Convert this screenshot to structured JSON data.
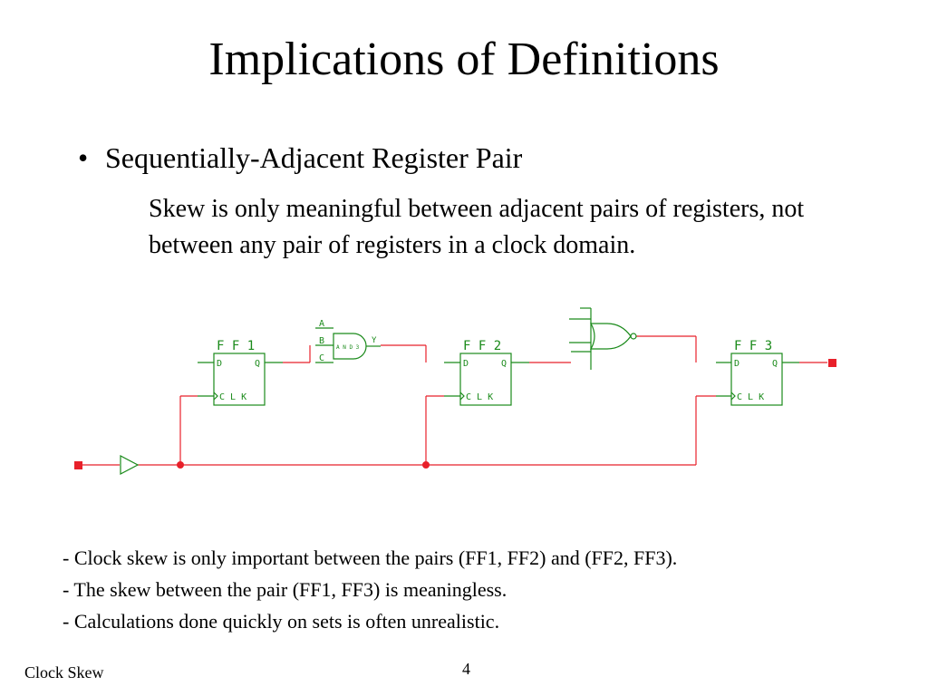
{
  "slide": {
    "title": "Implications of Definitions",
    "bullet": "Sequentially-Adjacent Register Pair",
    "description": "Skew is only meaningful between adjacent pairs of registers, not between any pair of registers in a clock domain.",
    "notes": [
      "- Clock skew is only important between the pairs (FF1, FF2) and (FF2, FF3).",
      "- The skew between the pair (FF1, FF3) is meaningless.",
      "- Calculations done quickly on sets is often unrealistic."
    ],
    "footer": "Clock Skew",
    "page_number": "4"
  },
  "circuit": {
    "flipflops": [
      {
        "name": "F F 1",
        "d": "D",
        "q": "Q",
        "clk": "C L K"
      },
      {
        "name": "F F 2",
        "d": "D",
        "q": "Q",
        "clk": "C L K"
      },
      {
        "name": "F F 3",
        "d": "D",
        "q": "Q",
        "clk": "C L K"
      }
    ],
    "and_gate": {
      "type": "A N D 3",
      "inputs": [
        "A",
        "B",
        "C"
      ],
      "output": "Y"
    },
    "colors": {
      "wire": "#e8202a",
      "component": "#1a8a1a",
      "port": "#e8202a"
    }
  }
}
